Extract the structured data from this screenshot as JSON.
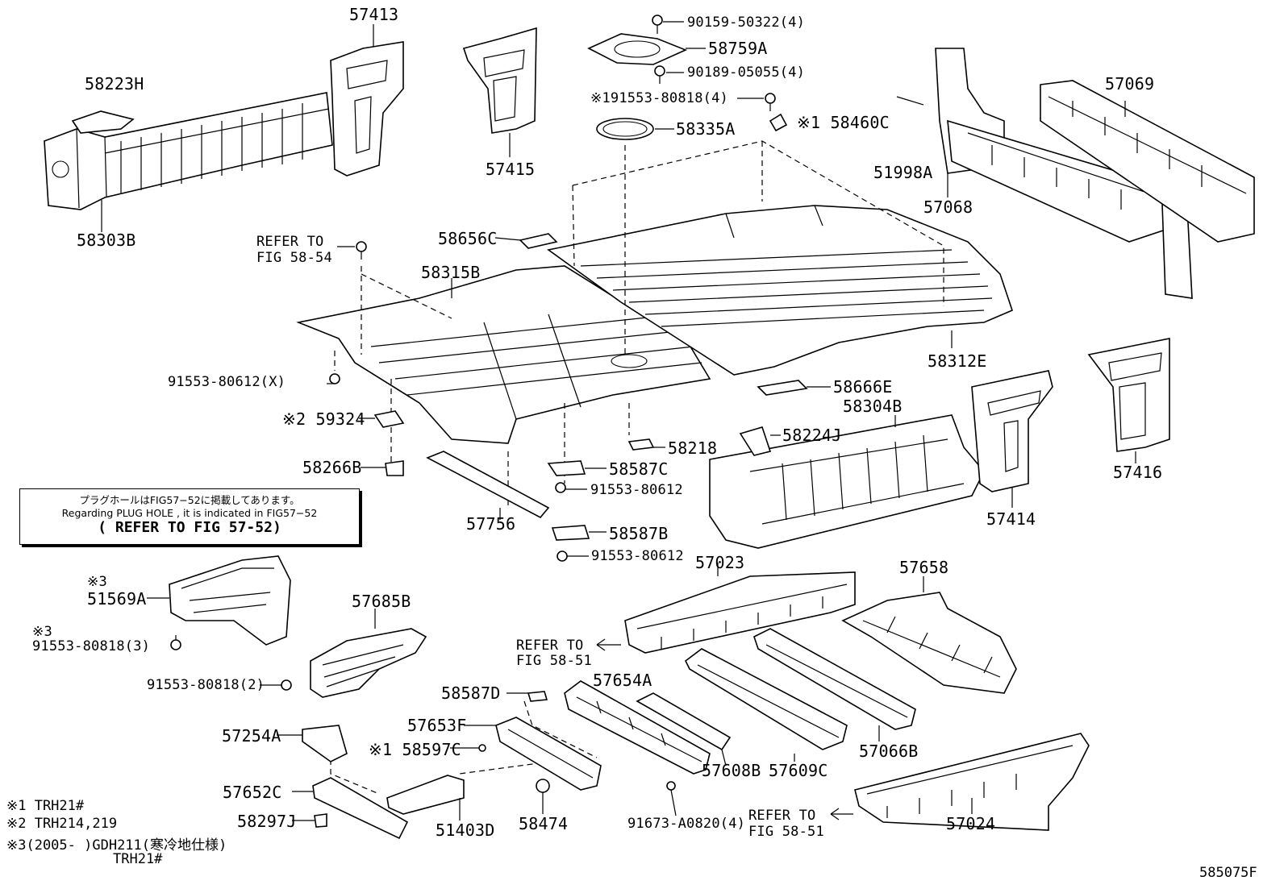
{
  "diagram": {
    "figure_code": "585075F",
    "parts": {
      "p57413": "57413",
      "p58223H": "58223H",
      "p58303B": "58303B",
      "p57415": "57415",
      "p90159": "90159-50322(4)",
      "p58759A": "58759A",
      "p90189": "90189-05055(4)",
      "p91553_80818_4": "※191553-80818(4)",
      "p58460C": "※1 58460C",
      "p58335A": "58335A",
      "p57069": "57069",
      "p51998A": "51998A",
      "p57068": "57068",
      "p58656C": "58656C",
      "p58315B": "58315B",
      "p58312E": "58312E",
      "p91553_X": "91553-80612(X)",
      "p59324": "※2 59324",
      "p58666E": "58666E",
      "p58304B": "58304B",
      "p58224J": "58224J",
      "p58218": "58218",
      "p58266B": "58266B",
      "p58587C": "58587C",
      "p91553_a": "91553-80612",
      "p57756": "57756",
      "p58587B": "58587B",
      "p91553_b": "91553-80612",
      "p57414": "57414",
      "p57416": "57416",
      "p57023": "57023",
      "p57658": "57658",
      "p51569A_mark": "※3",
      "p51569A": "51569A",
      "p91553_3_mark": "※3",
      "p91553_3": "91553-80818(3)",
      "p57685B": "57685B",
      "p91553_2": "91553-80818(2)",
      "p58587D": "58587D",
      "p57654A": "57654A",
      "p57653F": "57653F",
      "p58597C": "※1 58597C",
      "p57254A": "57254A",
      "p57652C": "57652C",
      "p58297J": "58297J",
      "p51403D": "51403D",
      "p58474": "58474",
      "p91673": "91673-A0820(4)",
      "p57608B": "57608B",
      "p57609C": "57609C",
      "p57066B": "57066B",
      "p57024": "57024"
    },
    "refs": {
      "r1a": "REFER TO",
      "r1b": "FIG 58-54",
      "r2a": "REFER TO",
      "r2b": "FIG 58-51",
      "r3a": "REFER TO",
      "r3b": "FIG 58-51"
    },
    "note": {
      "line1": "プラグホールはFIG57−52に掲載してあります。",
      "line2": "Regarding PLUG HOLE , it is indicated in FIG57−52",
      "line3": "( REFER TO FIG 57-52)"
    },
    "footnotes": {
      "f1": "※1 TRH21#",
      "f2": "※2 TRH214,219",
      "f3": "※3(2005-      )GDH211(寒冷地仕様)",
      "f3b": "TRH21#"
    }
  }
}
